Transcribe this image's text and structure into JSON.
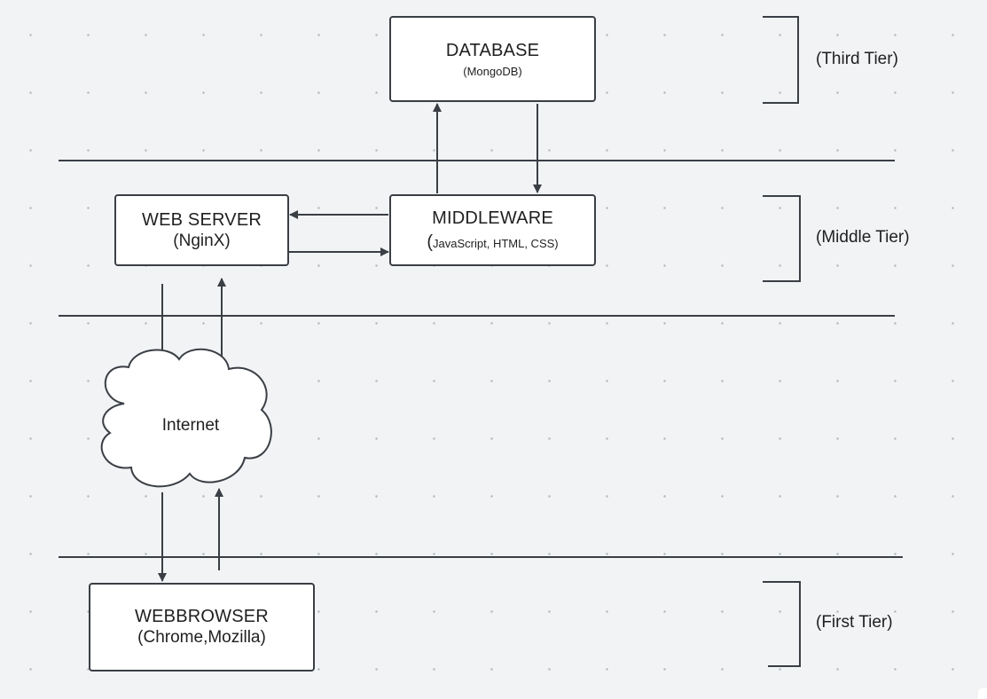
{
  "diagram": {
    "nodes": {
      "database": {
        "title": "DATABASE",
        "subtitle": "(MongoDB)"
      },
      "web_server": {
        "title": "WEB SERVER",
        "subtitle": "(NginX)"
      },
      "middleware": {
        "title": "MIDDLEWARE",
        "paren_open": "(",
        "subtitle": "JavaScript, HTML, CSS)"
      },
      "internet": {
        "label": "Internet"
      },
      "web_browser": {
        "title": "WEBBROWSER",
        "subtitle": "(Chrome,Mozilla)"
      }
    },
    "tiers": {
      "third": "(Third Tier)",
      "middle": "(Middle Tier)",
      "first": "(First Tier)"
    },
    "colors": {
      "stroke": "#3a3f45",
      "node_fill": "#ffffff",
      "canvas": "#f2f3f5",
      "grid_dot": "#b4b7bc"
    },
    "connections": [
      {
        "from": "middleware",
        "to": "database"
      },
      {
        "from": "database",
        "to": "middleware"
      },
      {
        "from": "middleware",
        "to": "web_server"
      },
      {
        "from": "web_server",
        "to": "middleware"
      },
      {
        "from": "web_server",
        "to": "internet"
      },
      {
        "from": "internet",
        "to": "web_server"
      },
      {
        "from": "internet",
        "to": "web_browser"
      },
      {
        "from": "web_browser",
        "to": "internet"
      }
    ]
  }
}
